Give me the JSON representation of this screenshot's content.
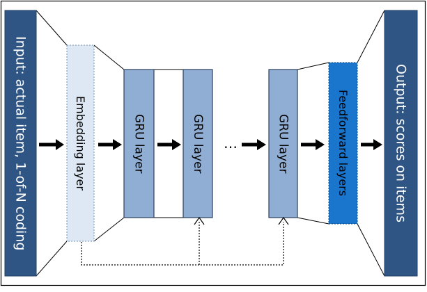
{
  "diagram": {
    "input_label": "Input: actual item, 1-of-N coding",
    "embedding_label": "Embedding layer",
    "gru_labels": [
      "GRU layer",
      "GRU layer",
      "GRU layer"
    ],
    "ellipsis": "…",
    "feedforward_label": "Feedforward layers",
    "output_label": "Output: scores on items"
  },
  "colors": {
    "dark_blue": "#2f5585",
    "gru_fill": "#90aed4",
    "embedding_fill": "#dde8f4",
    "feedforward_fill": "#1a75cc",
    "arrow": "#000000"
  }
}
